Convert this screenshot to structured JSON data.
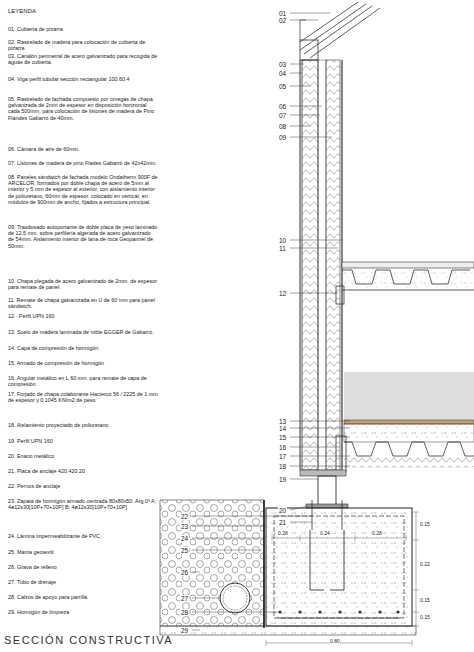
{
  "diagram": {
    "caption": "SECCIÓN CONSTRUCTIVA",
    "labels": [
      "LEYENDA",
      "01. Cubierta de pizarra",
      "02. Rastrelado de madera para colocación de cubierta de pizarra",
      "03. Canalón perimetral de acero galvanizado para recogida de aguas de cubierta.",
      "04. Viga perfil tubular sección rectangular 100.60.4",
      "05. Rastrelado de fachada compuesto por omegas de chapa galvanizada de 2mm de espesor en disposición horizontal cada 500mm, para colocación de listones de madera de Pino Flandes Gabarró de 40mm.",
      "06. Cámara de aire de 60mm.",
      "07. Listones de madera de pino Flades Gabarró de 42x42mm.",
      "08. Paneles sándwich de fachada modelo Ondatherm 900F de ARCELOR, formados por doble chapa de acero de 5mm al interior y 5 mm de espesor al exterior, con aislamiento interior de poliuretano, 60mm de espesor, colocado en vertical, en módulos de 900mm de ancho, fijados a estructura principal.",
      "09. Trasdosado autoportante de doble placa de yeso laminado de 12,5 mm. sobre perfilería algerada de acero galvanizado de 54mm. Aislamiento interior de lana de roca Geopannel de 50mm.",
      "10. Chapa plegada de acero galvanizado de 2mm. de espesor para remate de panel.",
      "11. Remate de chapa galvanizada en U de 60 mm para panel sándwich.",
      "12.- Perfil UPN 160",
      "13. Suelo de madera laminada de roble EGGER de Gabarró.",
      "14. Capa de compresión de hormigón",
      "15. Armado de compresión de hormigón",
      "16. Angular metálico en L 60 mm. para remate de capa de compresión",
      "17. Forjado de chapa colaborante Hacierco 56 / 2225 de 1 mm de espesor y 0,1045 KN/m2 de peso",
      "18. Aislamiento proyectado de poliuretano",
      "19. Perfil UPN 160",
      "20. Enano metálico",
      "21. Placa de anclaje 420.420.20",
      "22. Pernos de anclaje",
      "23. Zapata de hormigón armado centrada 80x80x50. Arg.0º A: 4ø12s30[10P+70+10P] B: 4ø12s30[10P+70+10P]",
      "24. Lámina impermeabilizante de PVC",
      "25. Manta geotextil",
      "26. Grava de relleno",
      "27. Tubo de drenaje",
      "28. Calzos de apoyo para parrilla",
      "29. Hormigón de limpieza",
      "01",
      "02",
      "03",
      "04",
      "05",
      "06",
      "07",
      "08",
      "09",
      "10",
      "11",
      "12",
      "13",
      "14",
      "15",
      "16",
      "17",
      "18",
      "19",
      "20",
      "21",
      "22",
      "23",
      "24",
      "25",
      "26",
      "27",
      "28",
      "29",
      "0.28",
      "0.24",
      "0.28",
      "0.15",
      "0.22",
      "0.15",
      "0.15",
      "0.80"
    ]
  }
}
